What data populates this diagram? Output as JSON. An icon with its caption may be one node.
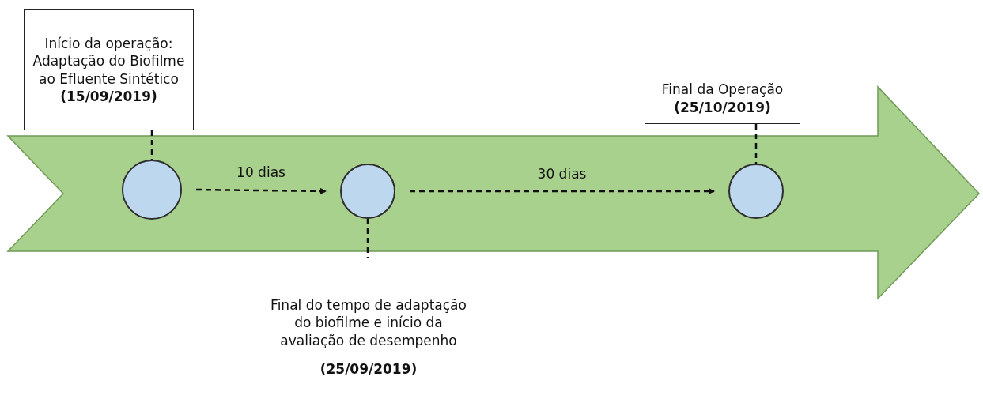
{
  "diagram": {
    "nodes": [
      {
        "text": [
          "Início da operação: Adaptação do Biofilme ao Efluente Sintético",
          "(15/09/2019)"
        ]
      },
      {
        "text": [
          "Final da Operação",
          "(25/10/2019)"
        ]
      },
      {
        "text": [],
        "shape": "circle"
      },
      {
        "text": [],
        "shape": "circle"
      },
      {
        "text": [],
        "shape": "circle"
      },
      {
        "text": [
          "Final do tempo de adaptação do biofilme e início da avaliação de desempenho",
          "(25/09/2019)"
        ]
      }
    ],
    "edges": [
      {
        "from": 0,
        "to": 2,
        "arrow": "none",
        "style": "dashed"
      },
      {
        "from": 1,
        "to": 4,
        "arrow": "none",
        "style": "dashed"
      },
      {
        "from": 3,
        "to": 5,
        "arrow": "none",
        "style": "dashed"
      },
      {
        "from": 2,
        "to": 3,
        "arrow": "to",
        "style": "dashed",
        "label": "10 dias"
      },
      {
        "from": 3,
        "to": 4,
        "arrow": "to",
        "style": "dashed",
        "label": "30 dias"
      }
    ]
  }
}
